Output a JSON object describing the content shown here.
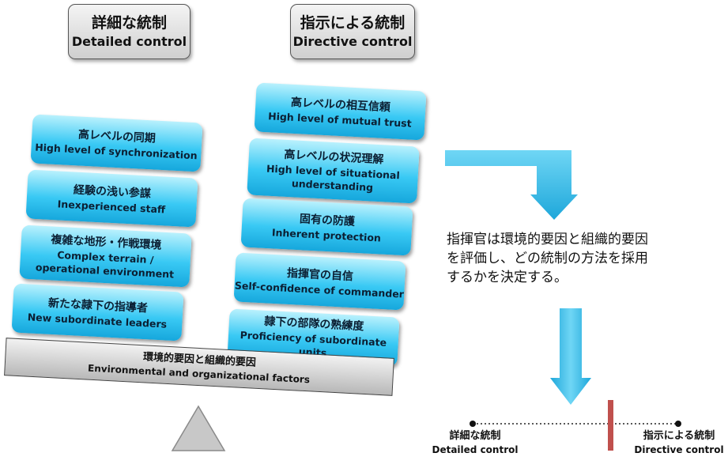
{
  "headers": {
    "detailed": {
      "jp": "詳細な統制",
      "en": "Detailed control"
    },
    "directive": {
      "jp": "指示による統制",
      "en": "Directive control"
    }
  },
  "left_factors": [
    {
      "jp": "高レベルの同期",
      "en": "High level of synchronization"
    },
    {
      "jp": "経験の浅い参謀",
      "en": "Inexperienced staff"
    },
    {
      "jp": "複雑な地形・作戦環境",
      "en": "Complex terrain /",
      "en2": "operational environment"
    },
    {
      "jp": "新たな隷下の指導者",
      "en": "New subordinate leaders"
    }
  ],
  "right_factors": [
    {
      "jp": "高レベルの相互信頼",
      "en": "High level of mutual trust"
    },
    {
      "jp": "高レベルの状況理解",
      "en": "High level of situational",
      "en2": "understanding"
    },
    {
      "jp": "固有の防護",
      "en": "Inherent protection"
    },
    {
      "jp": "指揮官の自信",
      "en": "Self-confidence of commander"
    },
    {
      "jp": "隷下の部隊の熟練度",
      "en": "Proficiency of subordinate units"
    }
  ],
  "beam": {
    "jp": "環境的要因と組織的要因",
    "en": "Environmental and organizational factors"
  },
  "decision_text": {
    "line1": "指揮官は環境的要因と組織的要因",
    "line2": "を評価し、どの統制の方法を採用",
    "line3": "するかを決定する。"
  },
  "scale": {
    "left": {
      "jp": "詳細な統制",
      "en": "Detailed control"
    },
    "right": {
      "jp": "指示による統制",
      "en": "Directive control"
    }
  },
  "colors": {
    "factor_box": "#39c9f4",
    "arrow": "#29b6e6",
    "scale_marker": "#c0504d"
  }
}
